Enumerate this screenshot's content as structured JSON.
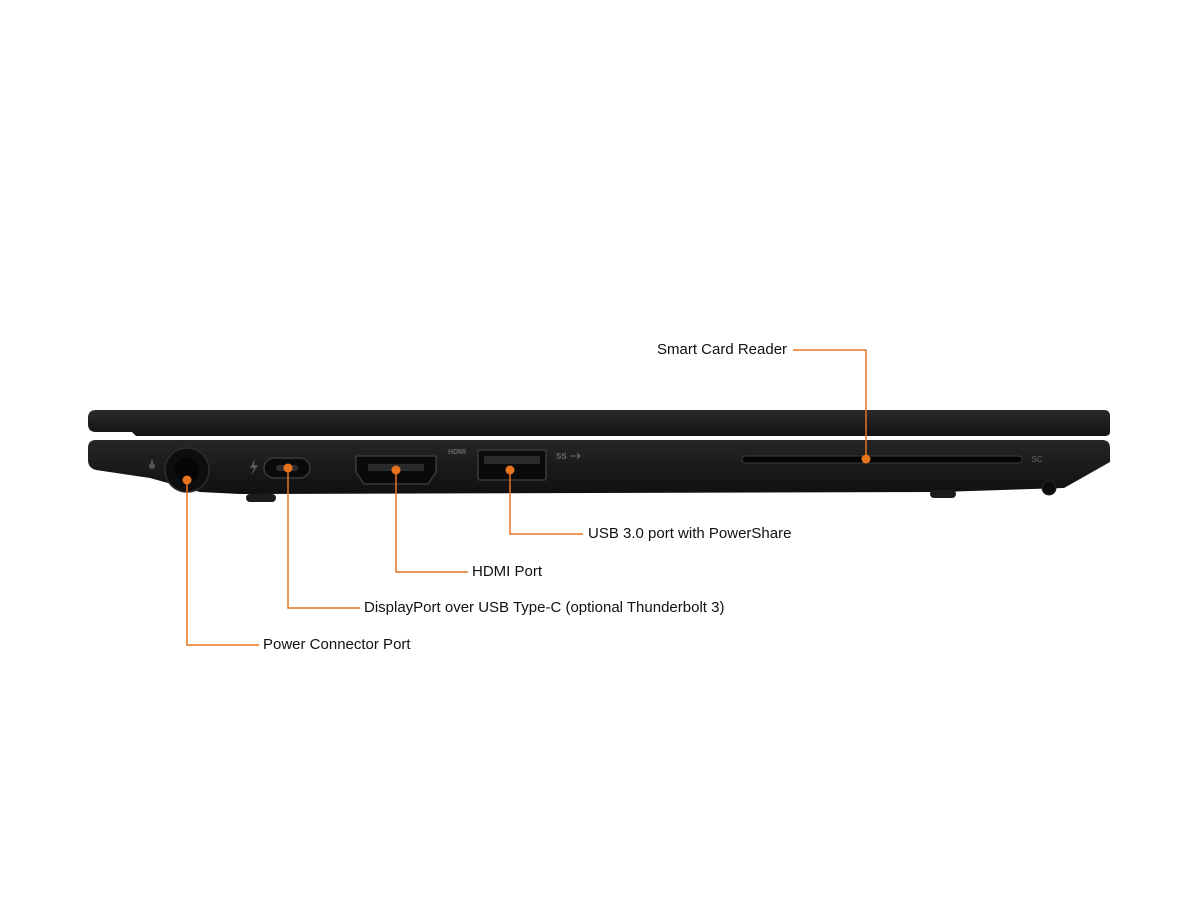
{
  "figure": {
    "subject": "Laptop right-side port view"
  },
  "callouts": {
    "smart_card_reader": "Smart Card Reader",
    "usb3_powershare": "USB 3.0 port with PowerShare",
    "hdmi": "HDMI Port",
    "displayport_usbc": "DisplayPort over USB Type-C (optional Thunderbolt 3)",
    "power": "Power Connector Port"
  },
  "port_markings": {
    "hdmi_logo": "HDMI",
    "usb_logo": "SS",
    "smartcard_logo": "SC"
  },
  "icons": {
    "power": "power-plug-icon",
    "thunderbolt": "thunderbolt-icon",
    "usb": "superspeed-usb-icon"
  },
  "colors": {
    "leader_line": "#e8731f",
    "callout_dot": "#e8731f",
    "chassis": "#1a1a1a",
    "text": "#111111",
    "background": "#ffffff"
  }
}
